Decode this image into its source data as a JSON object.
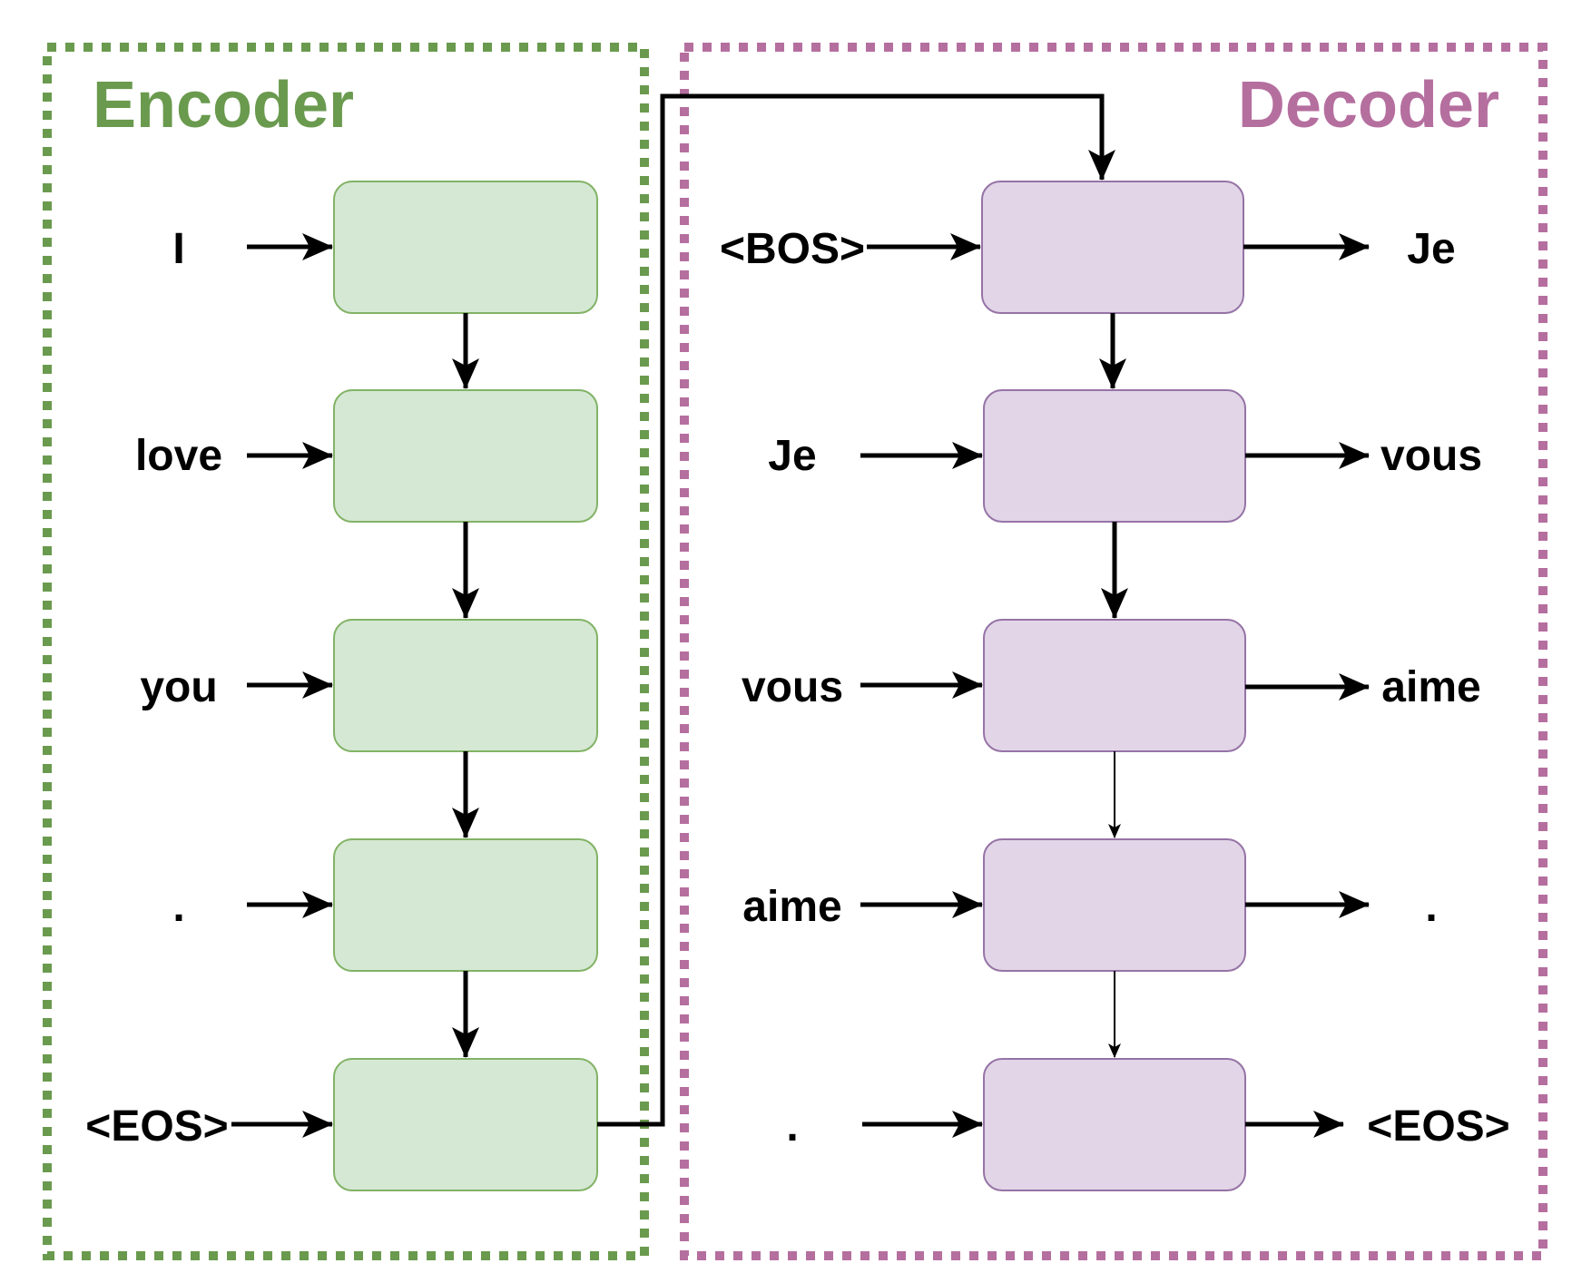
{
  "colors": {
    "encoder_border": "#6a9a4e",
    "encoder_fill": "#d5e8d4",
    "encoder_stroke": "#82b366",
    "decoder_border": "#b56f9f",
    "decoder_fill": "#e1d5e7",
    "decoder_stroke": "#9673a6",
    "arrow": "#000000"
  },
  "encoder": {
    "title": "Encoder",
    "inputs": [
      "I",
      "love",
      "you",
      ".",
      "<EOS>"
    ]
  },
  "decoder": {
    "title": "Decoder",
    "inputs": [
      "<BOS>",
      "Je",
      "vous",
      "aime",
      "."
    ],
    "outputs": [
      "Je",
      "vous",
      "aime",
      ".",
      "<EOS>"
    ]
  }
}
